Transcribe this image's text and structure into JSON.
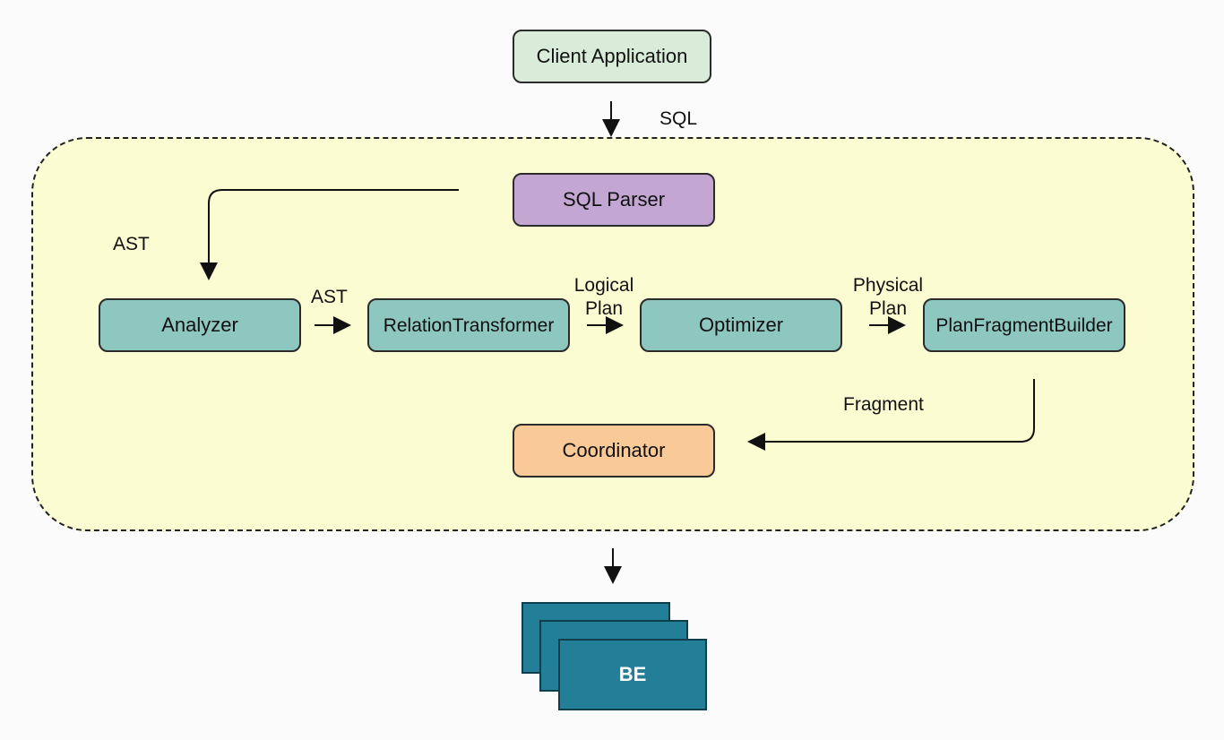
{
  "diagram": {
    "nodes": {
      "client": "Client Application",
      "parser": "SQL Parser",
      "analyzer": "Analyzer",
      "transformer": "RelationTransformer",
      "optimizer": "Optimizer",
      "builder": "PlanFragmentBuilder",
      "coordinator": "Coordinator",
      "be": "BE"
    },
    "edge_labels": {
      "sql": "SQL",
      "ast_left": "AST",
      "ast_mid": "AST",
      "logical_plan_line1": "Logical",
      "logical_plan_line2": "Plan",
      "physical_plan_line1": "Physical",
      "physical_plan_line2": "Plan",
      "fragment": "Fragment"
    },
    "colors": {
      "client": "#d8ecd9",
      "parser": "#c3a7d2",
      "pipeline": "#8ec6c0",
      "coordinator": "#f9c998",
      "be": "#237f98",
      "frame": "#fcfcd2"
    }
  }
}
